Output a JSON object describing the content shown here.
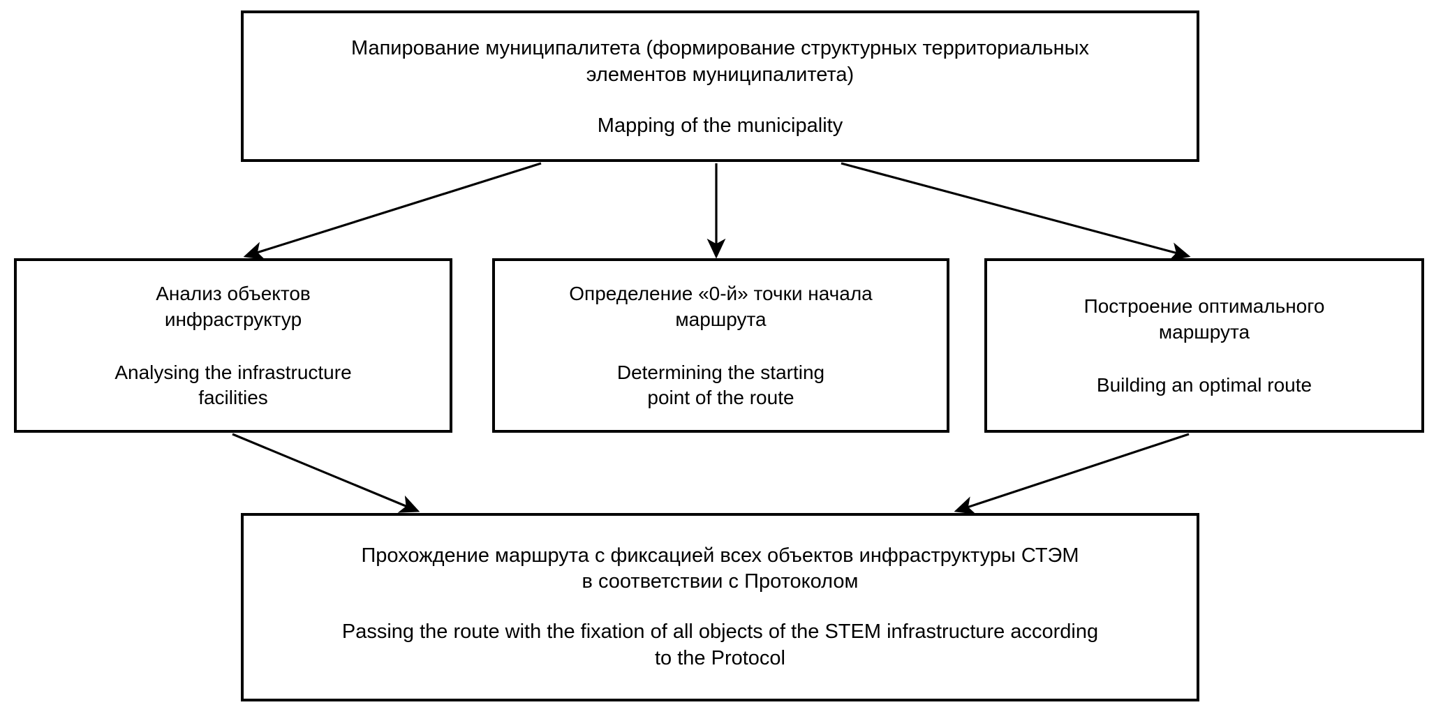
{
  "diagram": {
    "title": "Mapping of the municipality process flow",
    "stroke_color": "#000000",
    "fill_color": "#ffffff",
    "nodes": {
      "mapping": {
        "ru": "Мапирование муниципалитета (формирование структурных территориальных\nэлементов муниципалитета)",
        "en": "Mapping of the municipality"
      },
      "analysis": {
        "ru": "Анализ объектов\nинфраструктур",
        "en": "Analysing the infrastructure\nfacilities"
      },
      "startpoint": {
        "ru": "Определение «0-й» точки начала\nмаршрута",
        "en": "Determining the starting\npoint of the route"
      },
      "route": {
        "ru": "Построение оптимального\nмаршрута",
        "en": "Building an optimal route"
      },
      "passing": {
        "ru": "Прохождение маршрута с фиксацией всех объектов инфраструктуры СТЭМ\nв соответствии с Протоколом",
        "en": "Passing the route with the fixation of all objects of the STEM infrastructure according\nto the Protocol"
      }
    },
    "edges": [
      {
        "name": "mapping-to-analysis",
        "from": "mapping",
        "to": "analysis"
      },
      {
        "name": "mapping-to-startpoint",
        "from": "mapping",
        "to": "startpoint"
      },
      {
        "name": "mapping-to-route",
        "from": "mapping",
        "to": "route"
      },
      {
        "name": "analysis-to-passing",
        "from": "analysis",
        "to": "passing"
      },
      {
        "name": "route-to-passing",
        "from": "route",
        "to": "passing"
      }
    ]
  }
}
